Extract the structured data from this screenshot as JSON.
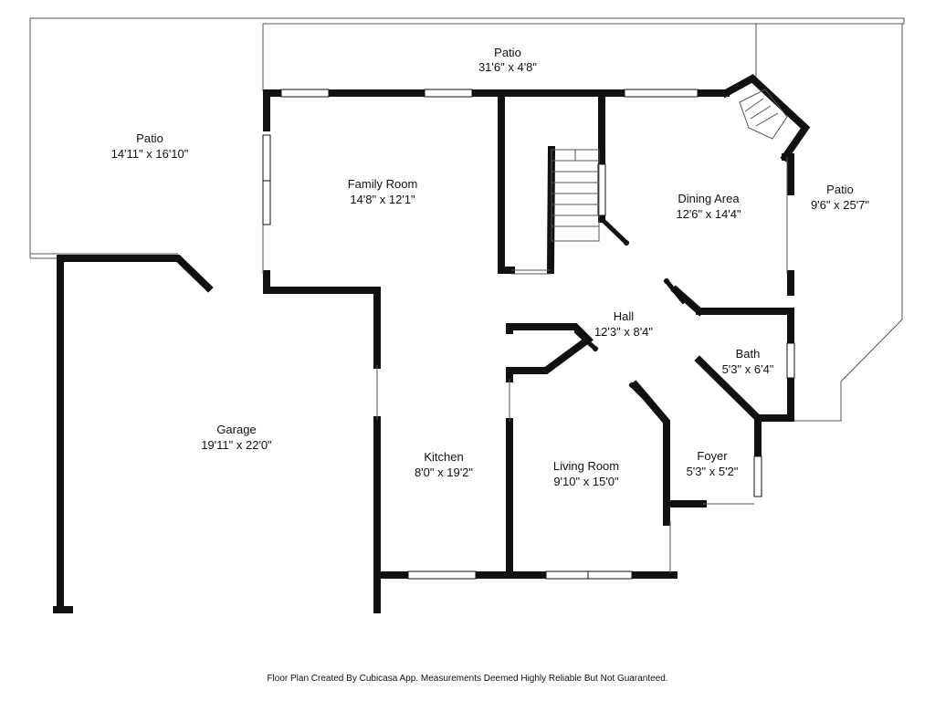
{
  "rooms": [
    {
      "id": "patio-top",
      "name": "Patio",
      "dims": "31'6\" x 4'8\""
    },
    {
      "id": "patio-left",
      "name": "Patio",
      "dims": "14'11\" x 16'10\""
    },
    {
      "id": "family-room",
      "name": "Family Room",
      "dims": "14'8\" x 12'1\""
    },
    {
      "id": "dining-area",
      "name": "Dining Area",
      "dims": "12'6\" x 14'4\""
    },
    {
      "id": "patio-right",
      "name": "Patio",
      "dims": "9'6\" x 25'7\""
    },
    {
      "id": "hall",
      "name": "Hall",
      "dims": "12'3\" x 8'4\""
    },
    {
      "id": "bath",
      "name": "Bath",
      "dims": "5'3\" x 6'4\""
    },
    {
      "id": "garage",
      "name": "Garage",
      "dims": "19'11\" x 22'0\""
    },
    {
      "id": "kitchen",
      "name": "Kitchen",
      "dims": "8'0\" x 19'2\""
    },
    {
      "id": "living-room",
      "name": "Living Room",
      "dims": "9'10\" x 15'0\""
    },
    {
      "id": "foyer",
      "name": "Foyer",
      "dims": "5'3\" x 5'2\""
    }
  ],
  "footer": "Floor Plan Created By Cubicasa App. Measurements Deemed Highly Reliable But Not Guaranteed."
}
